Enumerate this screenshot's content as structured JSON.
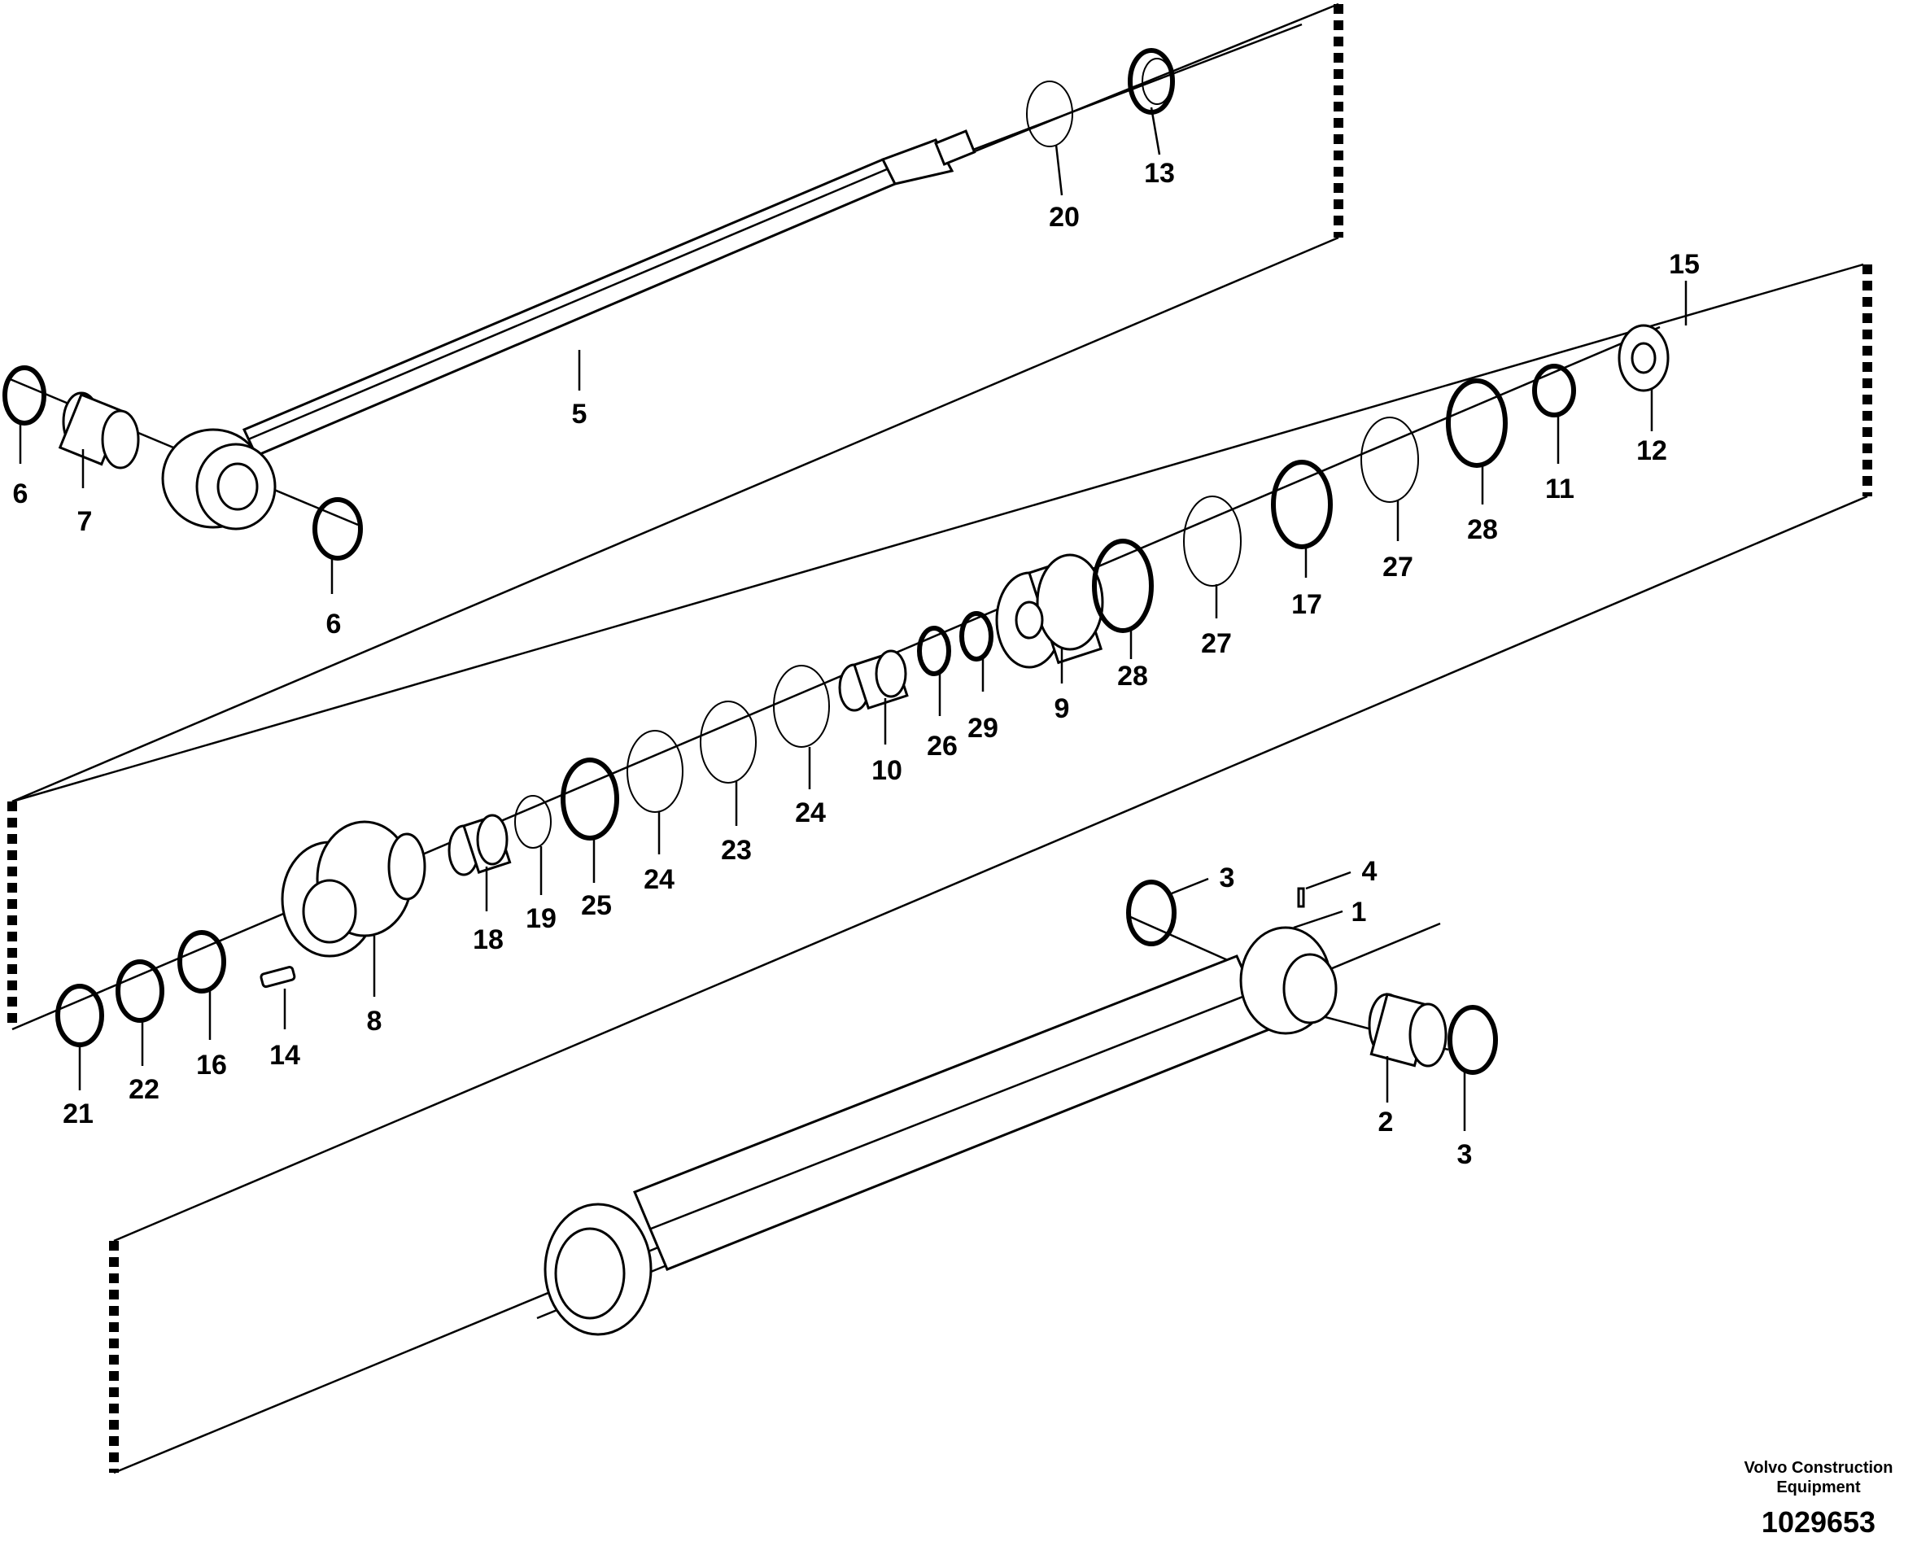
{
  "credits": {
    "line1": "Volvo Construction",
    "line2": "Equipment"
  },
  "drawing_number": "1029653",
  "part_labels": {
    "p1": "1",
    "p2": "2",
    "p3a": "3",
    "p3b": "3",
    "p4": "4",
    "p5": "5",
    "p6a": "6",
    "p6b": "6",
    "p7": "7",
    "p8": "8",
    "p9": "9",
    "p10": "10",
    "p11": "11",
    "p12": "12",
    "p13": "13",
    "p14": "14",
    "p15": "15",
    "p16": "16",
    "p17": "17",
    "p18": "18",
    "p19": "19",
    "p20": "20",
    "p21": "21",
    "p22": "22",
    "p23": "23",
    "p24a": "24",
    "p24b": "24",
    "p25": "25",
    "p26": "26",
    "p27a": "27",
    "p27b": "27",
    "p28a": "28",
    "p28b": "28",
    "p29": "29"
  }
}
